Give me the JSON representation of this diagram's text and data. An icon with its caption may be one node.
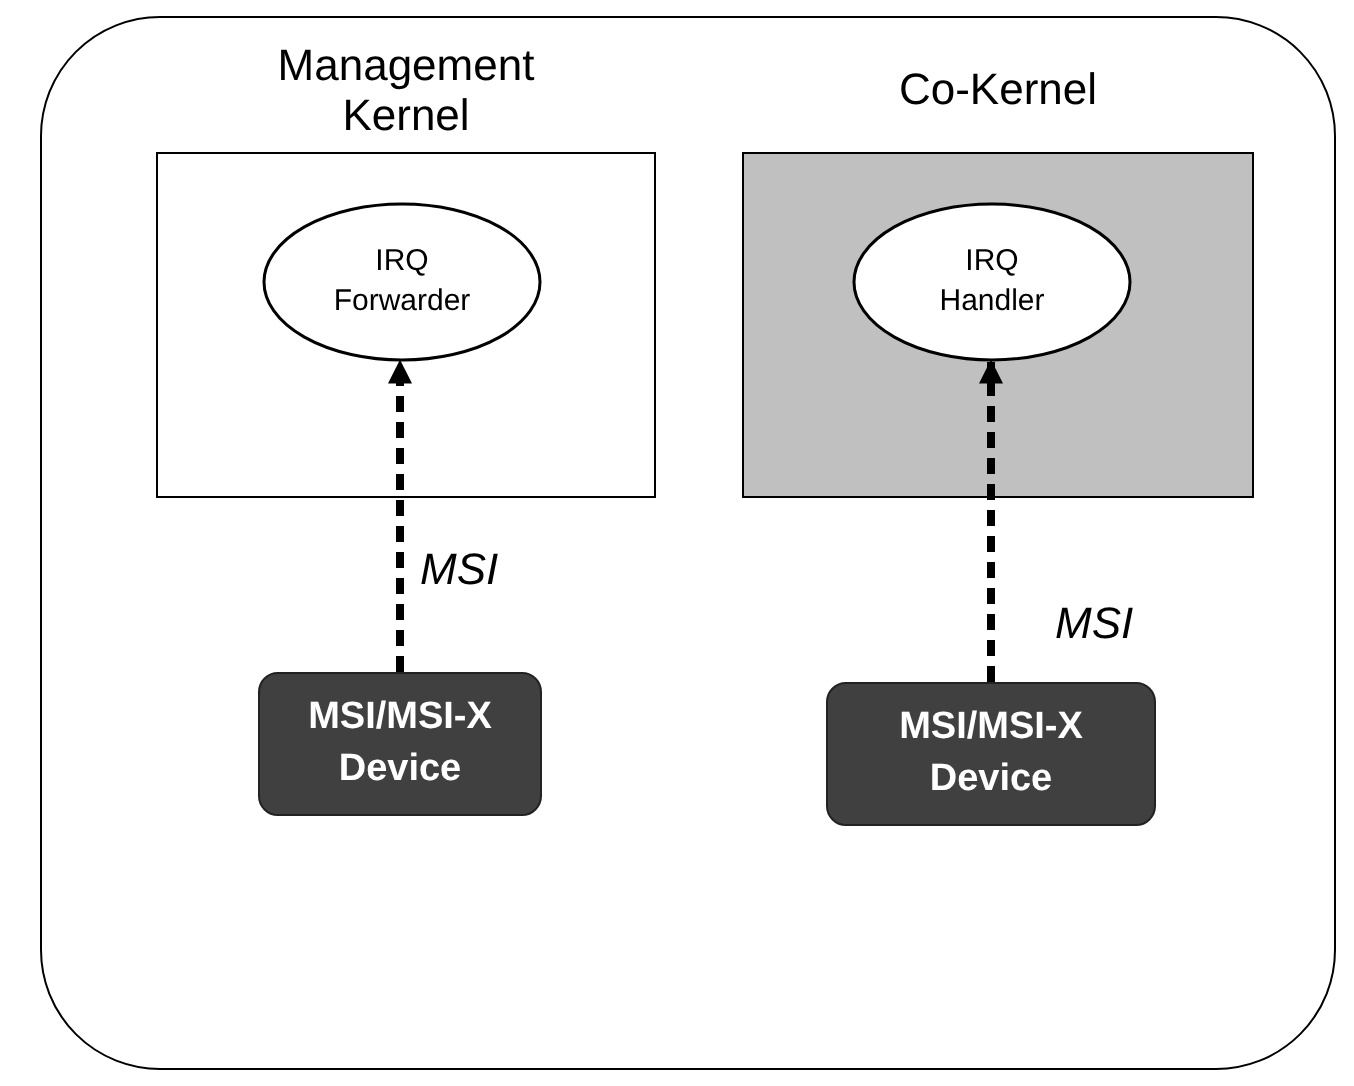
{
  "diagram": {
    "nodes": [
      {
        "text": [],
        "shape": "box"
      },
      {
        "text": [
          "Management Kernel"
        ],
        "in": 0
      },
      {
        "text": [
          "IRQ Forwarder"
        ],
        "in": 1
      },
      {
        "text": [
          "MSI/MSI-X Device"
        ],
        "in": 0
      },
      {
        "text": [
          "Co-Kernel"
        ],
        "in": 0
      },
      {
        "text": [
          "IRQ Handler"
        ],
        "in": 4
      },
      {
        "text": [
          "MSI/MSI-X Device"
        ],
        "in": 0
      }
    ],
    "edges": [
      {
        "from": 3,
        "to": 2,
        "arrow": "to",
        "label": "MSI",
        "style": "dashed"
      },
      {
        "from": 6,
        "to": 5,
        "arrow": "to",
        "label": "MSI",
        "style": "dashed"
      }
    ]
  }
}
